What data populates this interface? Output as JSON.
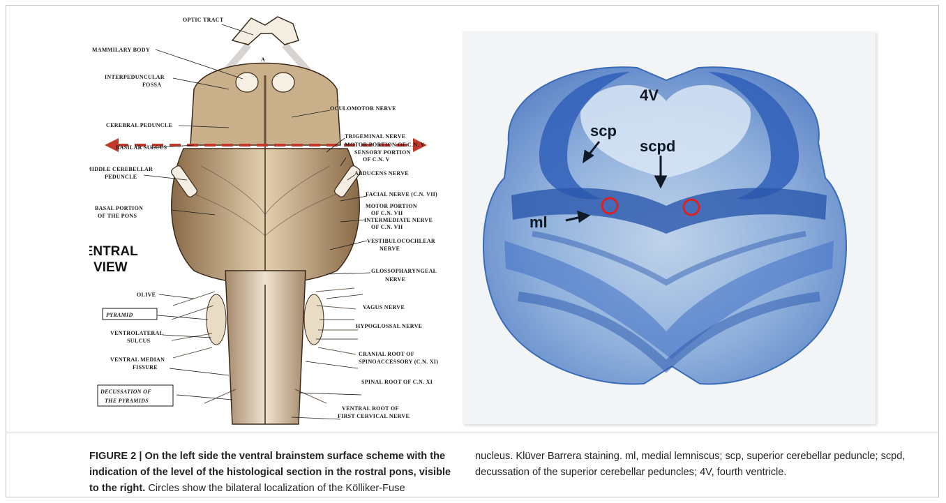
{
  "figure": {
    "left_panel": {
      "labels_left": [
        "MAMMILARY BODY",
        "OPTIC TRACT",
        "INTERPEDUNCULAR",
        "FOSSA",
        "CEREBRAL PEDUNCLE",
        "BASILAR SULCUS",
        "MIDDLE CEREBELLAR",
        "PEDUNCLE",
        "BASAL PORTION",
        "OF THE PONS",
        "OLIVE",
        "PYRAMID",
        "VENTROLATERAL",
        "SULCUS",
        "VENTRAL MEDIAN",
        "FISSURE",
        "DECUSSATION OF",
        "THE PYRAMIDS"
      ],
      "labels_right": [
        "OCULOMOTOR NERVE",
        "TRIGEMINAL NERVE",
        "MOTOR PORTION OF C.N. V",
        "SENSORY PORTION",
        "OF C.N. V",
        "ABDUCENS NERVE",
        "FACIAL NERVE (C.N. VII)",
        "MOTOR PORTION",
        "OF C.N. VII",
        "INTERMEDIATE NERVE",
        "OF C.N. VII",
        "VESTIBULOCOCHLEAR",
        "NERVE",
        "GLOSSOPHARYNGEAL",
        "NERVE",
        "VAGUS NERVE",
        "HYPOGLOSSAL NERVE",
        "CRANIAL ROOT OF",
        "SPINOACCESSORY (C.N. XI)",
        "SPINAL ROOT OF C.N. XI",
        "VENTRAL ROOT OF",
        "FIRST CERVICAL NERVE"
      ],
      "view_label_1": "VENTRAL",
      "view_label_2": "VIEW",
      "midline_letter": "A"
    },
    "right_panel": {
      "labels": {
        "ventricle": "4V",
        "scp": "scp",
        "scpd": "scpd",
        "ml": "ml"
      }
    },
    "colors": {
      "section_arrow": "#c0392b",
      "circle_marker": "#e02020",
      "stain_blue": "#2f5fb8"
    }
  },
  "caption": {
    "heading": "FIGURE 2 | On the left side the ventral brainstem surface scheme with the indication of the level of the histological section in the rostral pons, visible to the right.",
    "body": "Circles show the bilateral localization of the Kölliker-Fuse nucleus. Klüver Barrera staining. ml, medial lemniscus; scp, superior cerebellar peduncle; scpd, decussation of the superior cerebellar peduncles; 4V, fourth ventricle.",
    "col1_body": "Circles show the bilateral localization of the Kölliker-Fuse",
    "col2_body": "nucleus. Klüver Barrera staining. ml, medial lemniscus; scp, superior cerebellar peduncle; scpd, decussation of the superior cerebellar peduncles; 4V, fourth ventricle."
  }
}
